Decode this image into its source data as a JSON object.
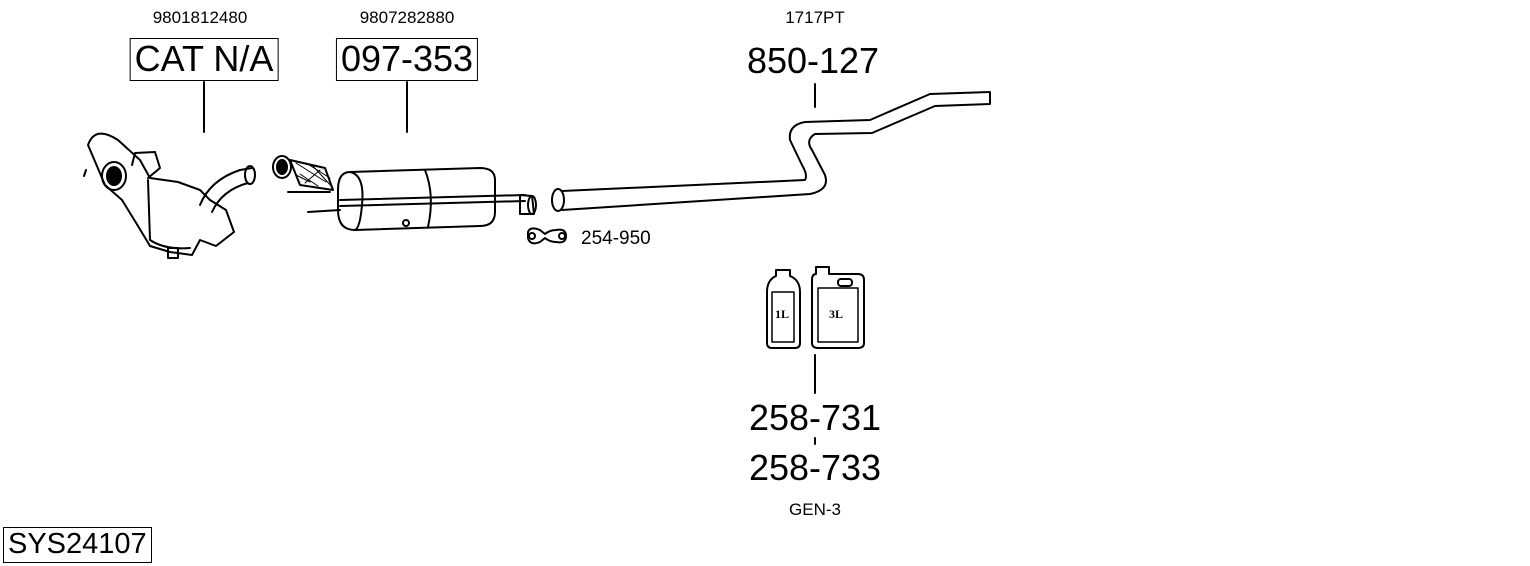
{
  "parts": [
    {
      "oem": "9801812480",
      "number": "CAT N/A",
      "boxed": true
    },
    {
      "oem": "9807282880",
      "number": "097-353",
      "boxed": true
    },
    {
      "oem": "1717PT",
      "number": "850-127",
      "boxed": false
    }
  ],
  "clamp": {
    "number": "254-950"
  },
  "fluids": {
    "bottle_small_label": "1L",
    "bottle_large_label": "3L",
    "numbers": [
      "258-731",
      "258-733"
    ],
    "type": "GEN-3"
  },
  "system_id": "SYS24107"
}
